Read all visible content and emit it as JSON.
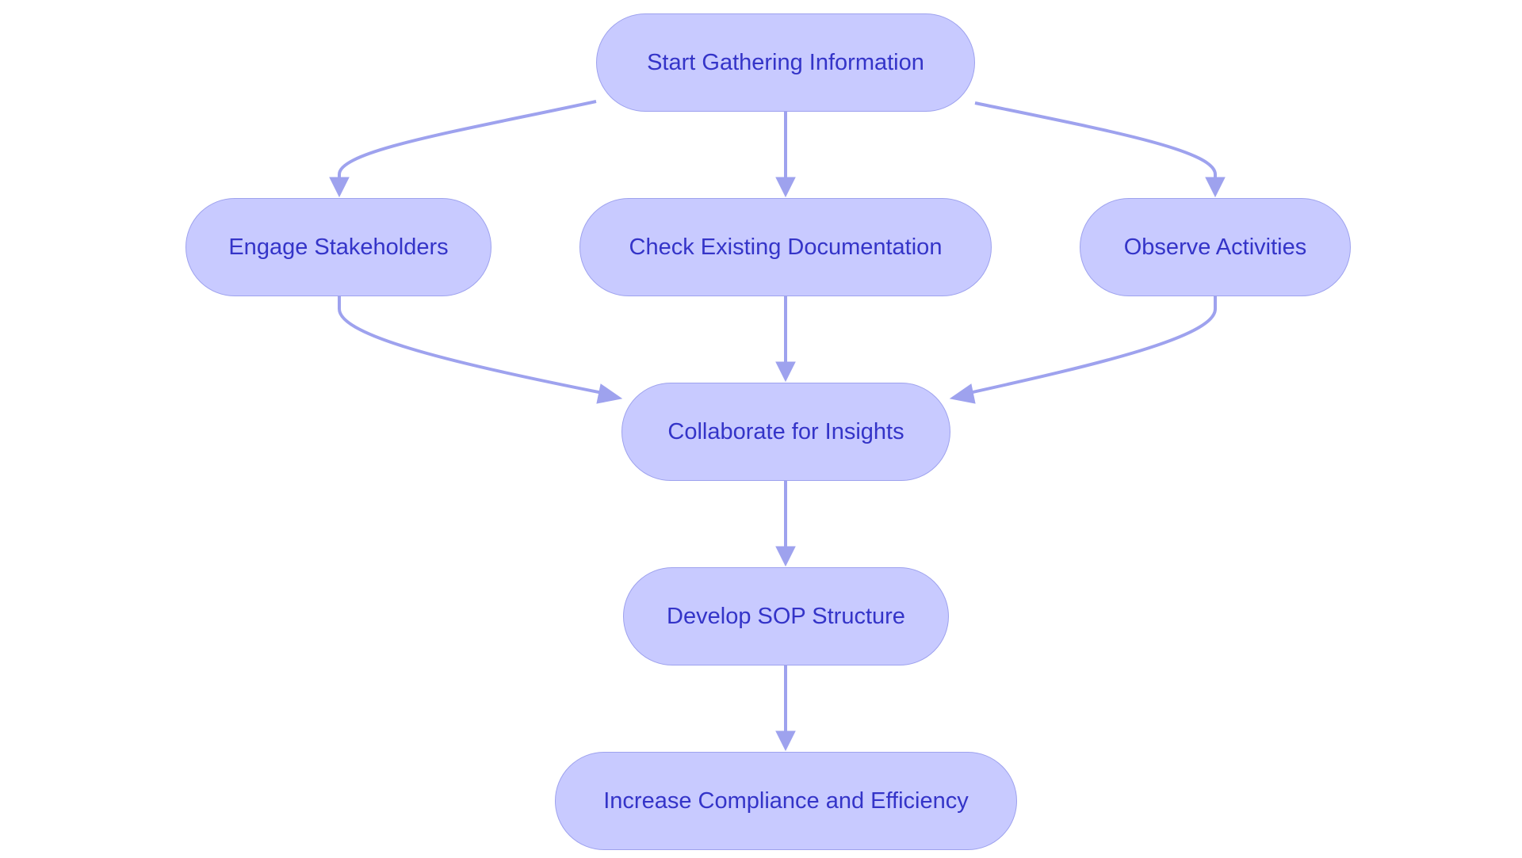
{
  "diagram": {
    "nodes": {
      "start": "Start Gathering Information",
      "engage": "Engage Stakeholders",
      "check": "Check Existing Documentation",
      "observe": "Observe Activities",
      "collab": "Collaborate for Insights",
      "develop": "Develop SOP Structure",
      "increase": "Increase Compliance and Efficiency"
    },
    "edges": [
      {
        "from": "start",
        "to": "engage"
      },
      {
        "from": "start",
        "to": "check"
      },
      {
        "from": "start",
        "to": "observe"
      },
      {
        "from": "engage",
        "to": "collab"
      },
      {
        "from": "check",
        "to": "collab"
      },
      {
        "from": "observe",
        "to": "collab"
      },
      {
        "from": "collab",
        "to": "develop"
      },
      {
        "from": "develop",
        "to": "increase"
      }
    ],
    "colors": {
      "node_fill": "#c8caff",
      "node_border": "#9ea2ee",
      "text": "#3434c8",
      "edge": "#9ea2ee"
    }
  }
}
